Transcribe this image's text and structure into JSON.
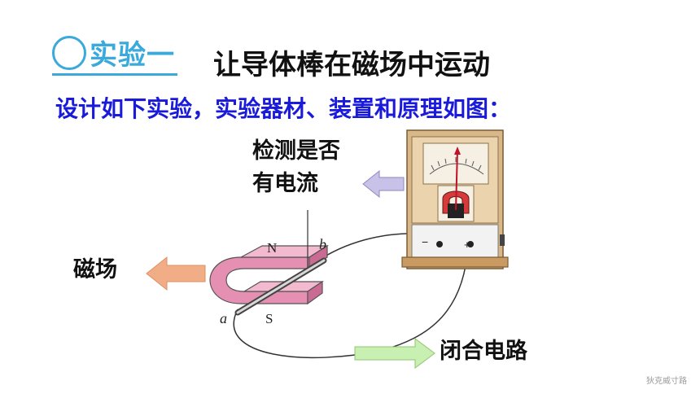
{
  "header": {
    "experiment_label": "实验一",
    "title": "让导体棒在磁场中运动"
  },
  "subtitle": "设计如下实验，实验器材、装置和原理如图：",
  "labels": {
    "detect_line1": "检测是否",
    "detect_line2": "有电流",
    "magnetic_field": "磁场",
    "closed_circuit": "闭合电路"
  },
  "diagram": {
    "pole_n": "N",
    "pole_s": "S",
    "end_a": "a",
    "end_b": "b",
    "terminal_minus": "−",
    "terminal_plus": "+"
  },
  "watermark": "狄克威寸路",
  "colors": {
    "accent": "#3aa9dc",
    "subtitle_blue": "#1a1adb",
    "magnet_pink": "#e58fb2",
    "arrow_orange": "#f0ad86",
    "arrow_purple": "#c9c2e8",
    "arrow_green": "#c9f0b3"
  }
}
